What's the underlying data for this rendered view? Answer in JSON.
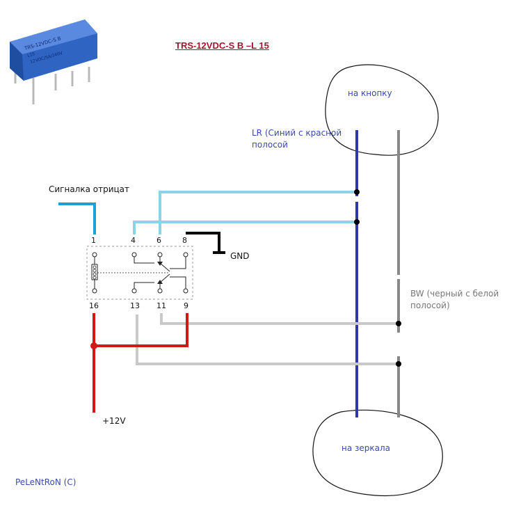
{
  "title": "TRS-12VDC-S B –L 15",
  "relay_pins": {
    "top": [
      "1",
      "4",
      "6",
      "8"
    ],
    "bottom": [
      "16",
      "13",
      "11",
      "9"
    ]
  },
  "labels": {
    "alarm_negative": "Сигналка отрицат",
    "gnd": "GND",
    "plus12v": "+12V",
    "to_button": "на кнопку",
    "to_mirrors": "на зеркала",
    "lr_wire_line1": "LR (Синий с красной",
    "lr_wire_line2": "полосой",
    "bw_wire_line1": "BW (черный с белой",
    "bw_wire_line2": "полосой)",
    "credit": "PeLeNtRoN (C)"
  },
  "relay_marking": {
    "line1": "TRS-12VDC-S B",
    "line2": "L15",
    "line3": "12VDC/SA/240V"
  },
  "colors": {
    "blue_signal": "#1aa0d6",
    "light_blue": "#8ed2e8",
    "dark_blue": "#2e3aa0",
    "gray": "#888888",
    "light_gray": "#c9c9c9",
    "red": "#d01818",
    "black": "#000000",
    "title": "#a0162a",
    "note_text": "#3a4aa8"
  }
}
